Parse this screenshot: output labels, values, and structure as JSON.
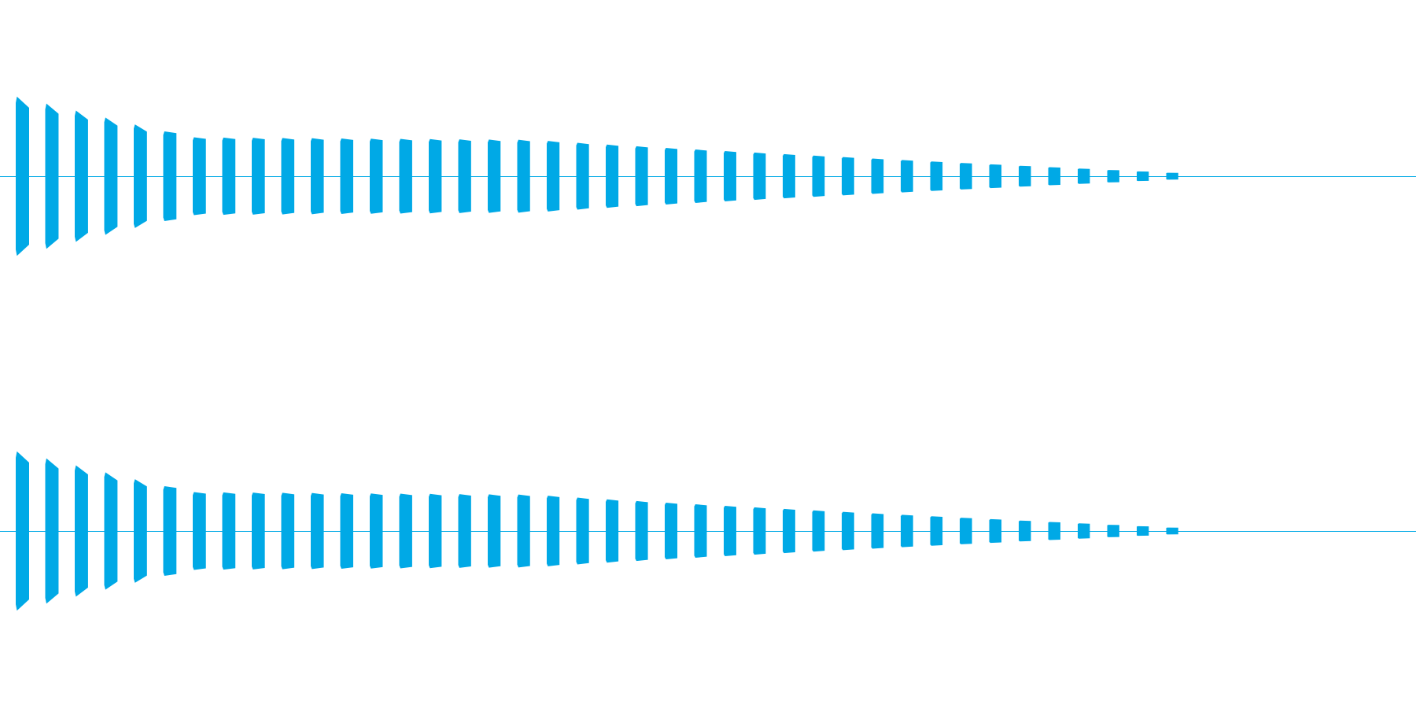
{
  "chart_data": {
    "type": "area",
    "description_free": true,
    "wave_color": "#00a9e6",
    "channels": [
      {
        "baseline": 0,
        "bursts": {
          "count": 40,
          "amplitude_start": 0.92,
          "amplitude_end": 0.04
        }
      },
      {
        "baseline": 0,
        "bursts": {
          "count": 40,
          "amplitude_start": 0.92,
          "amplitude_end": 0.04
        }
      }
    ],
    "amplitude_range": [
      -1,
      1
    ],
    "grid": false,
    "legend": "none"
  }
}
